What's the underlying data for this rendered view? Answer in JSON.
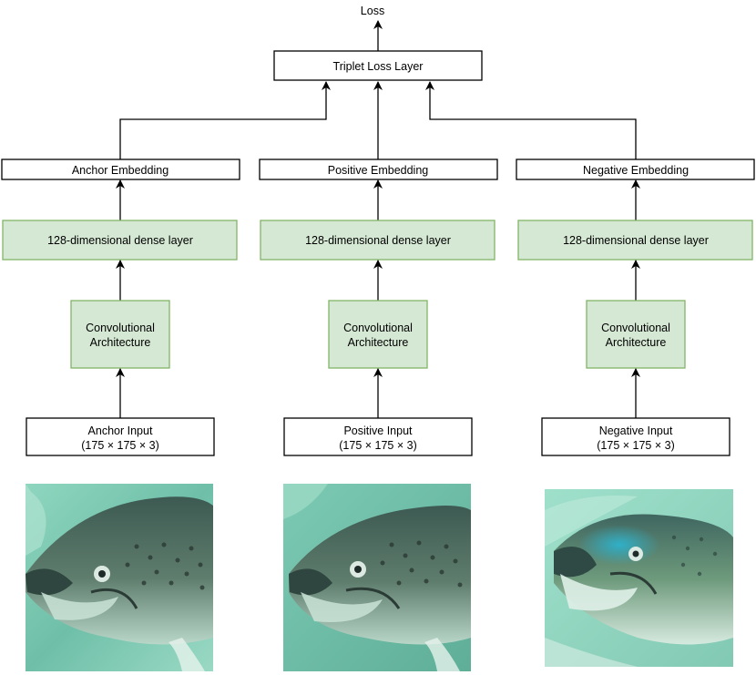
{
  "loss_label": "Loss",
  "triplet_loss_layer": "Triplet Loss Layer",
  "branches": [
    {
      "embedding": "Anchor Embedding",
      "dense": "128-dimensional dense layer",
      "conv": [
        "Convolutional",
        "Architecture"
      ],
      "input": [
        "Anchor Input",
        "(175 × 175 × 3)"
      ],
      "image": "salmon-fish-photo"
    },
    {
      "embedding": "Positive Embedding",
      "dense": "128-dimensional dense layer",
      "conv": [
        "Convolutional",
        "Architecture"
      ],
      "input": [
        "Positive Input",
        "(175 × 175 × 3)"
      ],
      "image": "salmon-fish-photo"
    },
    {
      "embedding": "Negative Embedding",
      "dense": "128-dimensional dense layer",
      "conv": [
        "Convolutional",
        "Architecture"
      ],
      "input": [
        "Negative Input",
        "(175 × 175 × 3)"
      ],
      "image": "salmon-fish-photo"
    }
  ],
  "colors": {
    "green_fill": "#d5e8d4",
    "green_stroke": "#82b366",
    "water": "#7fcbb5"
  }
}
